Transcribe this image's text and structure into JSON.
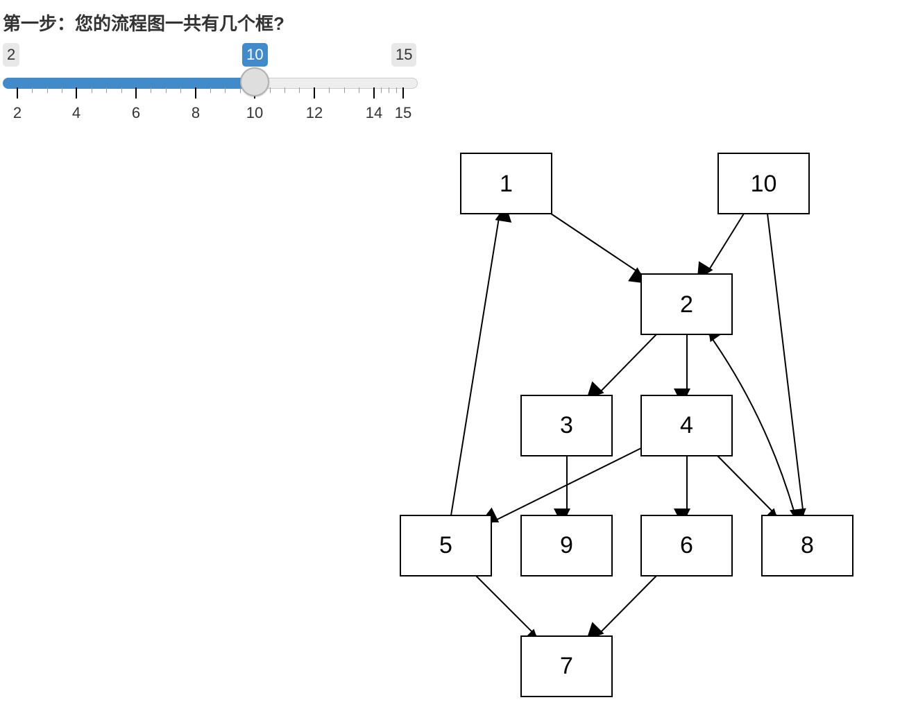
{
  "question": {
    "label": "第一步：您的流程图一共有几个框?"
  },
  "slider": {
    "min": 2,
    "max": 15,
    "value": 10,
    "min_label": "2",
    "max_label": "15",
    "value_label": "10",
    "tick_labels": [
      "2",
      "4",
      "6",
      "8",
      "10",
      "12",
      "14",
      "15"
    ],
    "accent_color": "#428bca"
  },
  "flowchart": {
    "nodes": [
      {
        "id": "1",
        "label": "1"
      },
      {
        "id": "10",
        "label": "10"
      },
      {
        "id": "2",
        "label": "2"
      },
      {
        "id": "3",
        "label": "3"
      },
      {
        "id": "4",
        "label": "4"
      },
      {
        "id": "5",
        "label": "5"
      },
      {
        "id": "9",
        "label": "9"
      },
      {
        "id": "6",
        "label": "6"
      },
      {
        "id": "8",
        "label": "8"
      },
      {
        "id": "7",
        "label": "7"
      }
    ],
    "edges": [
      {
        "from": "1",
        "to": "2"
      },
      {
        "from": "10",
        "to": "2"
      },
      {
        "from": "10",
        "to": "8"
      },
      {
        "from": "2",
        "to": "3"
      },
      {
        "from": "2",
        "to": "4"
      },
      {
        "from": "3",
        "to": "9"
      },
      {
        "from": "4",
        "to": "5"
      },
      {
        "from": "4",
        "to": "6"
      },
      {
        "from": "4",
        "to": "8"
      },
      {
        "from": "8",
        "to": "2"
      },
      {
        "from": "5",
        "to": "1"
      },
      {
        "from": "5",
        "to": "7"
      },
      {
        "from": "6",
        "to": "7"
      }
    ]
  }
}
